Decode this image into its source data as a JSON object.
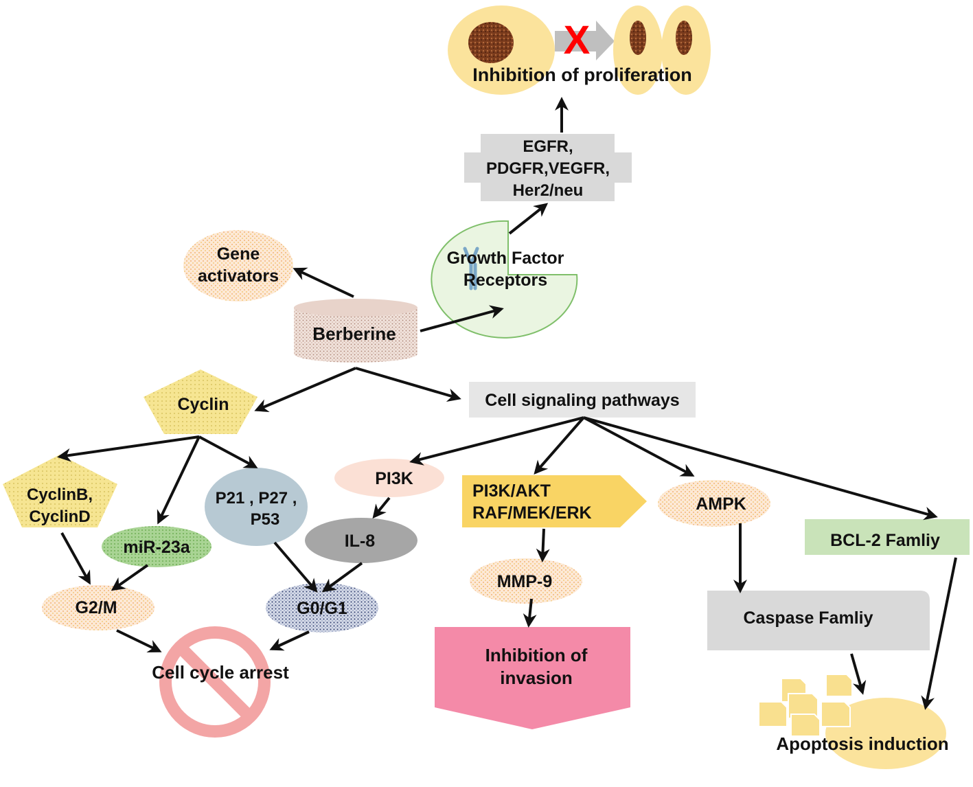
{
  "proliferation": {
    "label": "Inhibition of proliferation",
    "blocked_symbol": "X"
  },
  "receptors_box": {
    "lines": [
      "EGFR,",
      "PDGFR,VEGFR,",
      "Her2/neu"
    ]
  },
  "growth_factor": {
    "lines": [
      "Growth Factor",
      "Receptors"
    ]
  },
  "gene_activators": {
    "lines": [
      "Gene",
      "activators"
    ]
  },
  "berberine": {
    "label": "Berberine"
  },
  "cyclin": {
    "label": "Cyclin"
  },
  "cell_signaling": {
    "label": "Cell signaling pathways"
  },
  "cyclinbd": {
    "lines": [
      "CyclinB,",
      "CyclinD"
    ]
  },
  "mir23a": {
    "label": "miR-23a"
  },
  "p21": {
    "lines": [
      "P21 , P27 ,",
      "P53"
    ]
  },
  "pi3k": {
    "label": "PI3K"
  },
  "il8": {
    "label": "IL-8"
  },
  "pathway_arrow": {
    "lines": [
      "PI3K/AKT",
      "RAF/MEK/ERK"
    ]
  },
  "ampk": {
    "label": "AMPK"
  },
  "bcl2": {
    "label": "BCL-2 Famliy"
  },
  "g2m": {
    "label": "G2/M"
  },
  "g0g1": {
    "label": "G0/G1"
  },
  "mmp9": {
    "label": "MMP-9"
  },
  "caspase": {
    "label": "Caspase Famliy"
  },
  "cell_cycle_arrest": {
    "label": "Cell cycle arrest"
  },
  "invasion": {
    "lines": [
      "Inhibition of",
      "invasion"
    ]
  },
  "apoptosis": {
    "label": "Apoptosis induction"
  },
  "colors": {
    "yellow": "#fbe39c",
    "peach": "#fde4cf",
    "green_light": "#d6ecc8",
    "green_mid": "#9fcf8a",
    "blue_grey": "#b7c9d3",
    "grey_dark": "#9e9e9e",
    "grey_light": "#d9d9d9",
    "gold": "#f9d464",
    "pink": "#f48aa8",
    "forbid": "#f3a5a5",
    "cross": "#ff0000"
  }
}
